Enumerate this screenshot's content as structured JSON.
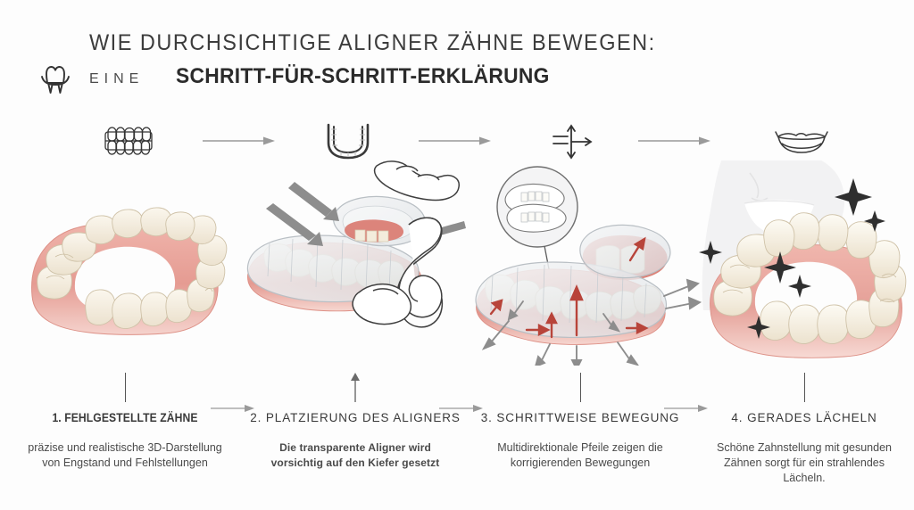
{
  "meta": {
    "background_color": "#fdfdfd",
    "text_color": "#3a3a3a",
    "accent_gum_color": "#e8a9a0",
    "tooth_color": "#f2ece0",
    "arrow_gray": "#8d8d8d",
    "arrow_red": "#b8443a",
    "aligner_color": "#e6e8ea"
  },
  "header": {
    "logo_icon": "tooth-icon",
    "title_main": "WIE DURCHSICHTIGE ALIGNER ZÄHNE BEWEGEN:",
    "title_eine": "EINE",
    "title_bold": "SCHRITT-FÜR-SCHRITT-ERKLÄRUNG"
  },
  "icon_strip": {
    "icons": [
      {
        "name": "teeth-front-icon",
        "label": "Zähne"
      },
      {
        "name": "aligner-tray-icon",
        "label": "Aligner"
      },
      {
        "name": "multi-direction-arrows-icon",
        "label": "Bewegung"
      },
      {
        "name": "smiling-mouth-icon",
        "label": "Lächeln"
      }
    ],
    "connector": "arrow-right-icon"
  },
  "panels": [
    {
      "name": "panel-misaligned-arch",
      "illustration": "lower-dental-arch-3d"
    },
    {
      "name": "panel-aligner-placement",
      "illustration": "hands-placing-aligner"
    },
    {
      "name": "panel-gradual-movement",
      "illustration": "arch-with-movement-arrows"
    },
    {
      "name": "panel-straight-smile",
      "illustration": "arch-with-face-and-sparkles"
    }
  ],
  "steps": [
    {
      "connector": "tick",
      "title": "1. FEHLGESTELLTE ZÄHNE",
      "title_style": "condensed-bold",
      "desc": "präzise und realistische 3D-Darstellung von Engstand und Fehlstellungen",
      "desc_style": "regular"
    },
    {
      "connector": "arrow-up",
      "title": "2. PLATZIERUNG DES ALIGNERS",
      "title_style": "regular",
      "desc": "Die transparente Aligner wird vorsichtig auf den Kiefer gesetzt",
      "desc_style": "bold"
    },
    {
      "connector": "tick",
      "title": "3. SCHRITTWEISE BEWEGUNG",
      "title_style": "regular",
      "desc": "Multidirektionale Pfeile zeigen die korrigierenden Bewegungen",
      "desc_style": "regular"
    },
    {
      "connector": "tick",
      "title": "4. GERADES LÄCHELN",
      "title_style": "regular",
      "desc": "Schöne Zahnstellung mit gesunden Zähnen sorgt für ein strahlendes Lächeln.",
      "desc_style": "regular"
    }
  ],
  "step_separators": [
    {
      "name": "step-arrow-1-2"
    },
    {
      "name": "step-arrow-2-3"
    },
    {
      "name": "step-arrow-3-4"
    }
  ]
}
